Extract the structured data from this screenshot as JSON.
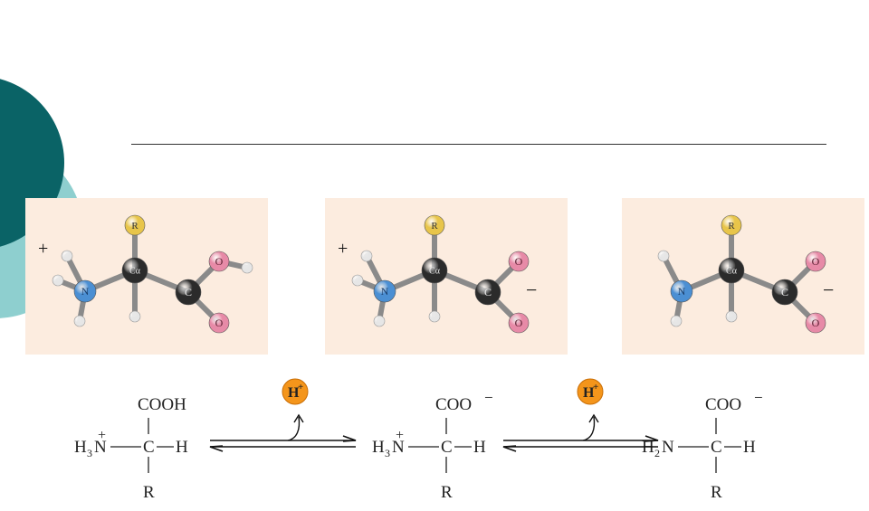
{
  "colors": {
    "teal_dark": "#0a6366",
    "teal_light": "#8ecfcf",
    "panel_bg": "#fcecdf",
    "nitrogen": "#4b8fd3",
    "oxygen": "#e78aa7",
    "r_group": "#e8c54a",
    "carbon": "#2b2b2b",
    "hydrogen": "#e6e6e6",
    "proton_badge": "#f4951b"
  },
  "models": [
    {
      "charge_left": "+",
      "charge_right": "",
      "atom_r": "R",
      "atom_n": "N",
      "atom_ca": "Cα",
      "atom_c": "C",
      "atom_o1": "O",
      "atom_o2": "O"
    },
    {
      "charge_left": "+",
      "charge_right": "−",
      "atom_r": "R",
      "atom_n": "N",
      "atom_ca": "Cα",
      "atom_c": "C",
      "atom_o1": "O",
      "atom_o2": "O"
    },
    {
      "charge_left": "",
      "charge_right": "−",
      "atom_r": "R",
      "atom_n": "N",
      "atom_ca": "Cα",
      "atom_c": "C",
      "atom_o1": "O",
      "atom_o2": "O"
    }
  ],
  "structures": [
    {
      "top_group": "COOH",
      "left_group": "H",
      "left_sub": "3",
      "left_atom": "N",
      "left_charge": "+",
      "center": "C",
      "right": "H",
      "bottom": "R"
    },
    {
      "top_group": "COO",
      "top_charge": "−",
      "left_group": "H",
      "left_sub": "3",
      "left_atom": "N",
      "left_charge": "+",
      "center": "C",
      "right": "H",
      "bottom": "R"
    },
    {
      "top_group": "COO",
      "top_charge": "−",
      "left_group": "H",
      "left_sub": "2",
      "left_atom": "N",
      "center": "C",
      "right": "H",
      "bottom": "R"
    }
  ],
  "protons": [
    {
      "label": "H",
      "charge": "+"
    },
    {
      "label": "H",
      "charge": "+"
    }
  ]
}
